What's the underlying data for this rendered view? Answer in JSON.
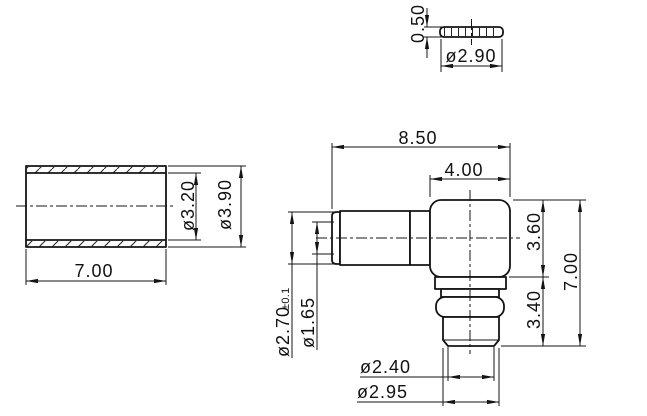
{
  "drawing": {
    "washer": {
      "height": "0.50",
      "diameter": "ø2.90"
    },
    "tube": {
      "length": "7.00",
      "inner_diameter": "ø3.20",
      "outer_diameter": "ø3.90"
    },
    "connector": {
      "overall_width": "8.50",
      "body_width": "4.00",
      "body_height": "3.60",
      "lower_height": "3.40",
      "overall_height": "7.00",
      "cable_entry_od": "ø2.70",
      "cable_entry_tolerance": "±0.1",
      "cable_entry_id": "ø1.65",
      "tip_diameter": "ø2.40",
      "plug_diameter": "ø2.95"
    },
    "colors": {
      "line": "#141414",
      "background": "#ffffff"
    }
  }
}
